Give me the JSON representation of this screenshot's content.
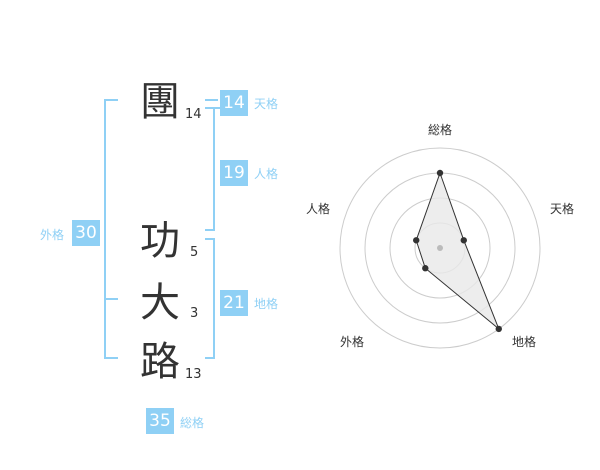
{
  "name": {
    "chars": [
      {
        "char": "團",
        "strokes": "14"
      },
      {
        "char": "功",
        "strokes": "5"
      },
      {
        "char": "大",
        "strokes": "3"
      },
      {
        "char": "路",
        "strokes": "13"
      }
    ]
  },
  "kaku": {
    "tenkaku": {
      "label": "天格",
      "value": "14"
    },
    "jinkaku": {
      "label": "人格",
      "value": "19"
    },
    "chikaku": {
      "label": "地格",
      "value": "21"
    },
    "gaikaku": {
      "label": "外格",
      "value": "30"
    },
    "soukaku": {
      "label": "総格",
      "value": "35"
    }
  },
  "chart_data": {
    "type": "radar",
    "axes": [
      "総格",
      "天格",
      "地格",
      "外格",
      "人格"
    ],
    "values": [
      3,
      1,
      4,
      1,
      1
    ],
    "max": 4,
    "rings": 4,
    "colors": {
      "fill": "#e8e8e8",
      "line": "#333333",
      "grid": "#cccccc"
    }
  }
}
